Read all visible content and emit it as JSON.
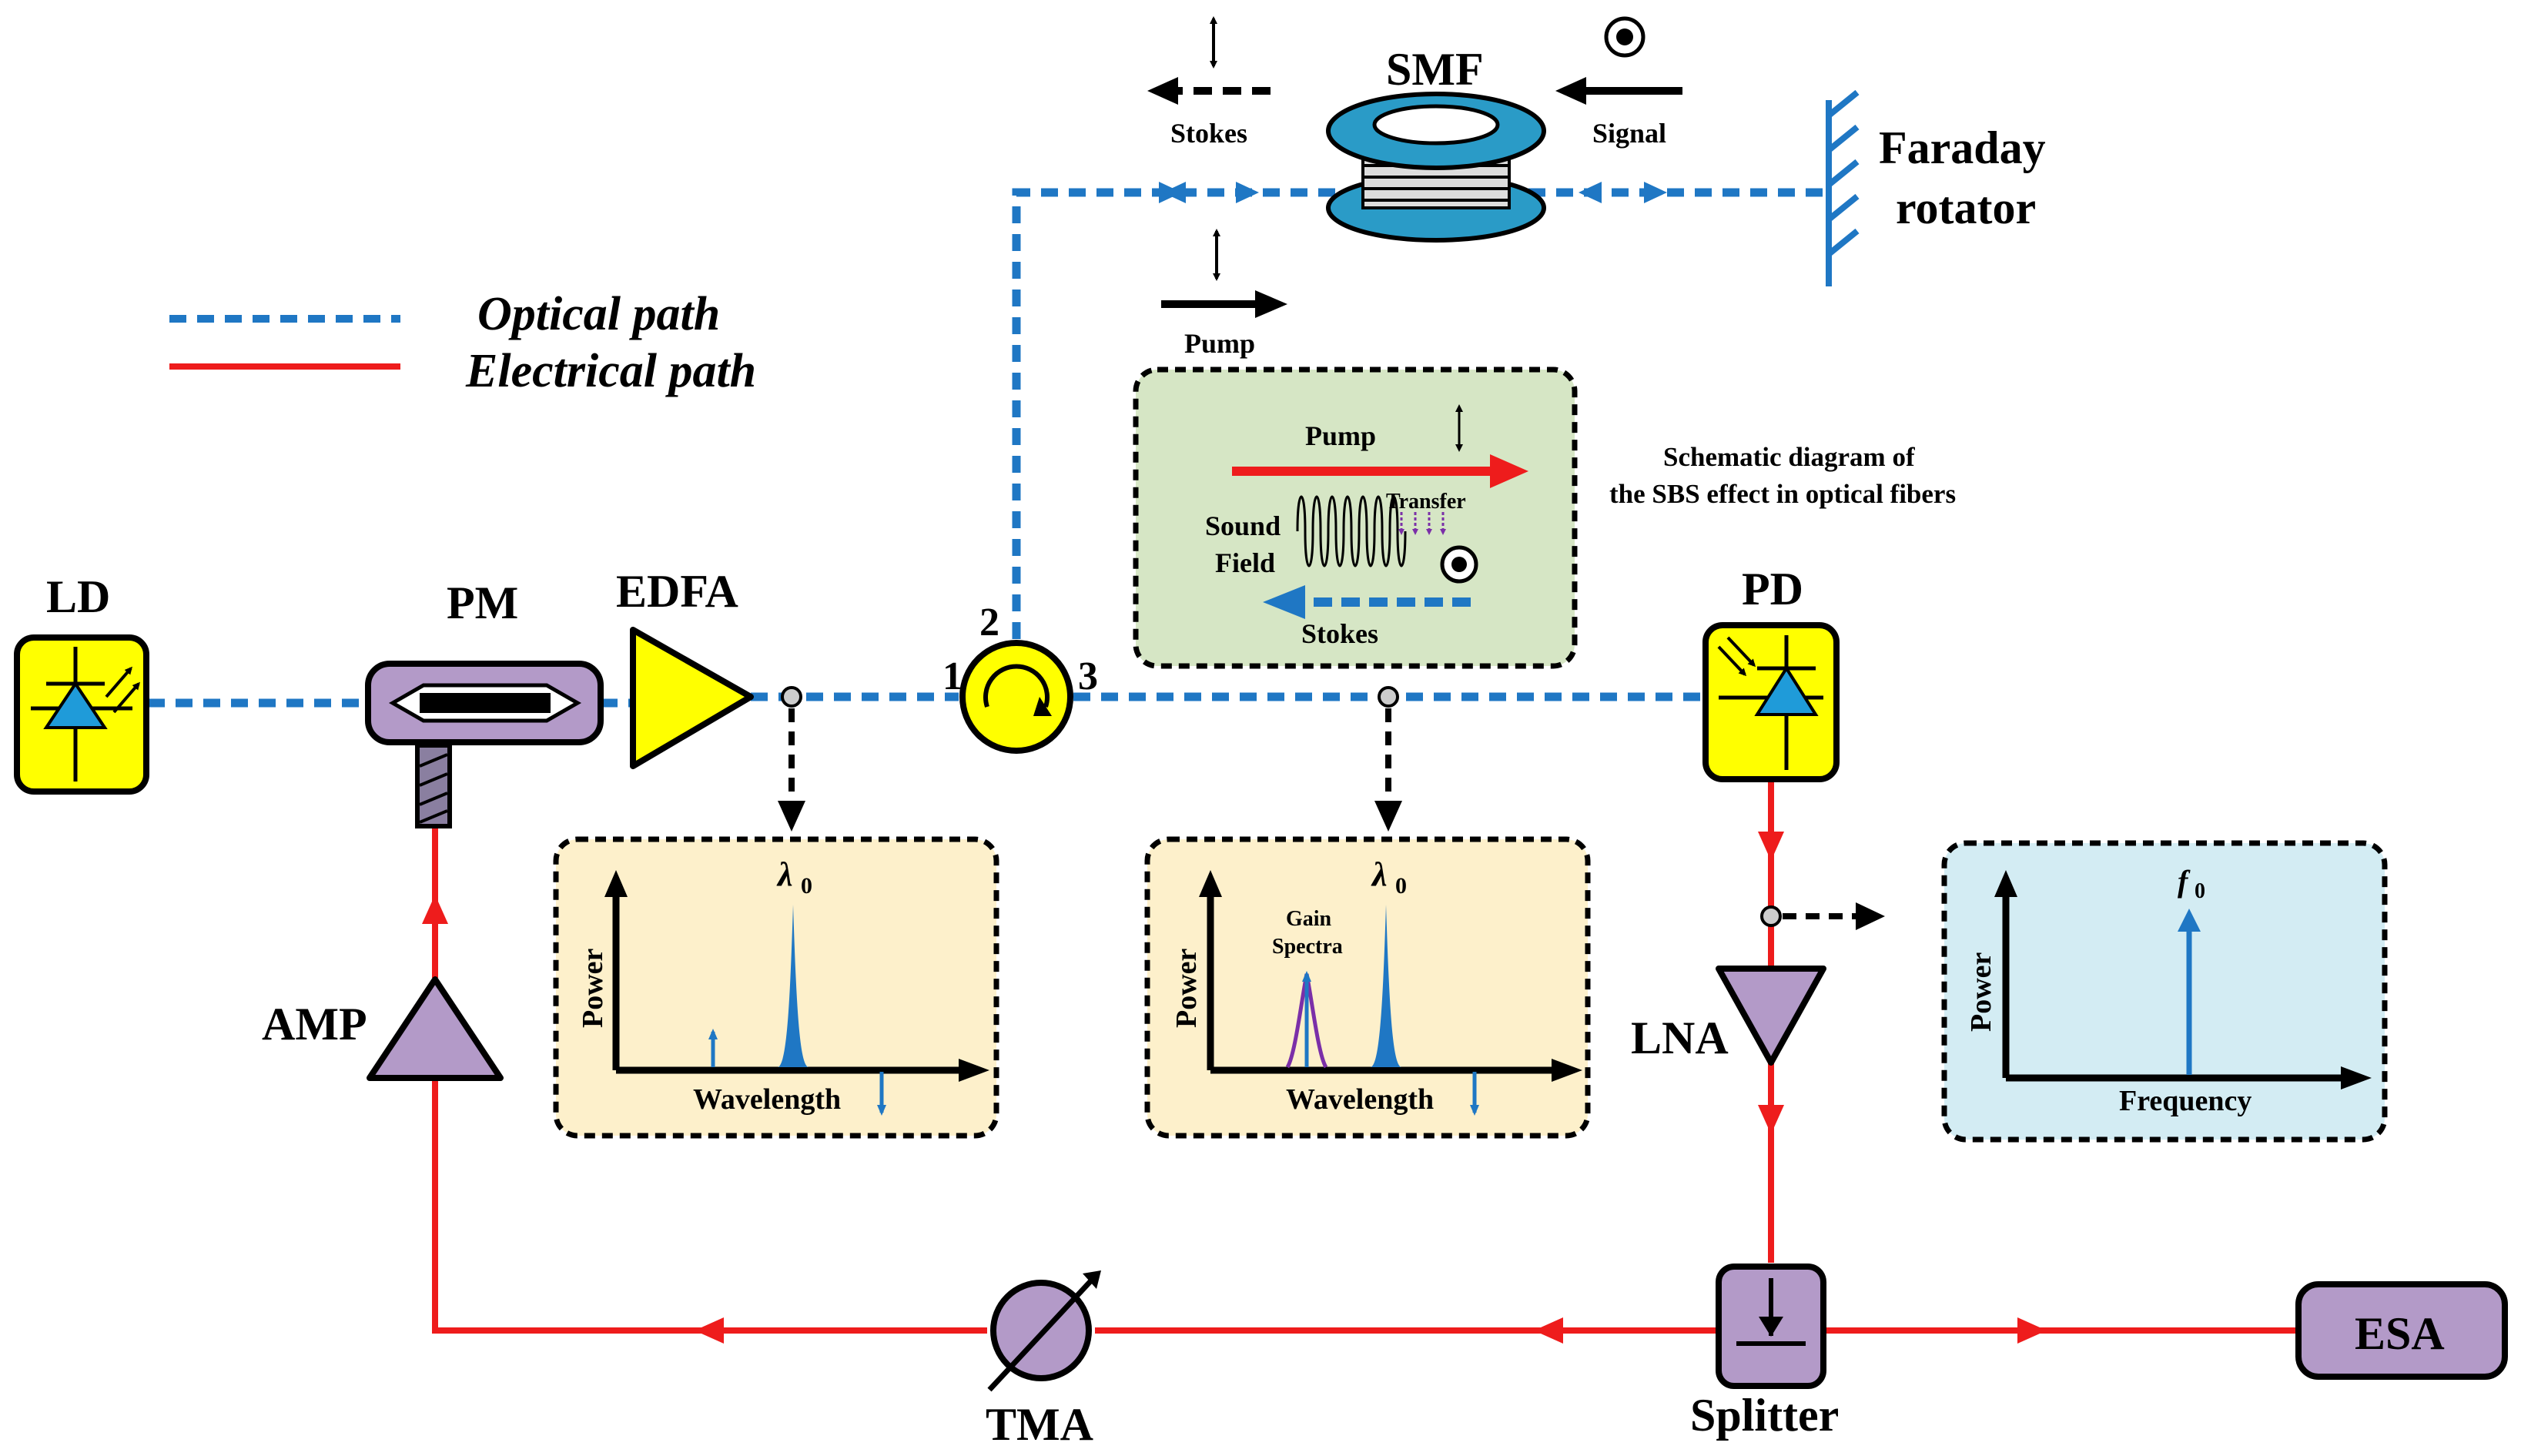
{
  "legend": {
    "optical": "Optical path",
    "electrical": "Electrical path"
  },
  "components": {
    "ld": "LD",
    "pm": "PM",
    "edfa": "EDFA",
    "amp": "AMP",
    "pd": "PD",
    "lna": "LNA",
    "smf": "SMF",
    "faraday_line1": "Faraday",
    "faraday_line2": "rotator",
    "tma": "TMA",
    "splitter": "Splitter",
    "esa": "ESA"
  },
  "circulator_ports": {
    "p1": "1",
    "p2": "2",
    "p3": "3"
  },
  "fiber_labels": {
    "stokes": "Stokes",
    "signal": "Signal",
    "pump": "Pump"
  },
  "sbs_box": {
    "pump": "Pump",
    "transfer": "Transfer",
    "sound_line1": "Sound",
    "sound_line2": "Field",
    "stokes": "Stokes"
  },
  "caption": {
    "line1": "Schematic diagram of",
    "line2": "the SBS effect in optical fibers"
  },
  "spectrum_edfa": {
    "peak": "λ",
    "peak_sub": "0",
    "ylabel": "Power",
    "xlabel": "Wavelength"
  },
  "spectrum_gain": {
    "peak": "λ",
    "peak_sub": "0",
    "gain_line1": "Gain",
    "gain_line2": "Spectra",
    "ylabel": "Power",
    "xlabel": "Wavelength"
  },
  "spectrum_rf": {
    "peak": "f",
    "peak_sub": "0",
    "ylabel": "Power",
    "xlabel": "Frequency"
  },
  "colors": {
    "optical": "#1f77c4",
    "electrical": "#ee1c1c",
    "yellow": "#ffff00",
    "purple": "#b39ac8",
    "panel_yellow": "#fdf0cb",
    "panel_green": "#d6e6c5",
    "panel_blue": "#d3ecf3",
    "smf_teal": "#2a9bc7"
  }
}
